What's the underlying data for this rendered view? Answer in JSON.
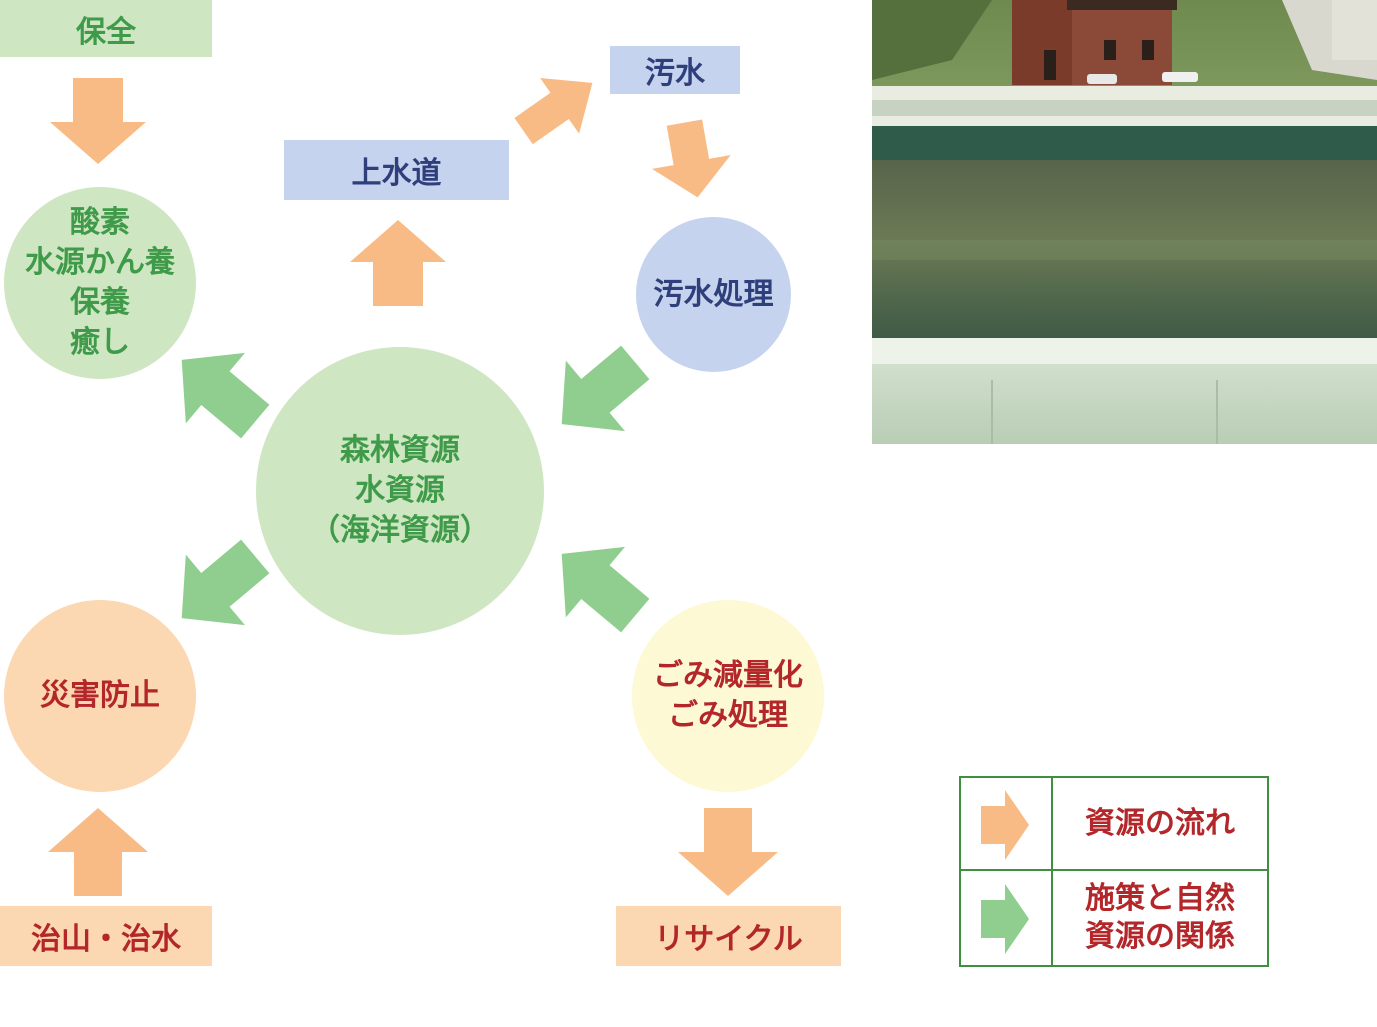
{
  "boxes": {
    "conservation": "保全",
    "water_supply": "上水道",
    "sewage": "汚水",
    "erosion_control": "治山・治水",
    "recycle": "リサイクル"
  },
  "circles": {
    "center": [
      "森林資源",
      "水資源",
      "（海洋資源）"
    ],
    "oxygen": [
      "酸素",
      "水源かん養",
      "保養",
      "癒し"
    ],
    "sewage_treatment": "汚水処理",
    "disaster_prevention": "災害防止",
    "waste": [
      "ごみ減量化",
      "ごみ処理"
    ]
  },
  "legend": {
    "orange_label": "資源の流れ",
    "green_label": [
      "施策と自然",
      "資源の関係"
    ]
  },
  "colors": {
    "orange_arrow": "#f9bb85",
    "green_arrow": "#8fce8e",
    "light_green": "#cfe6c2",
    "light_blue": "#c6d3ee",
    "light_orange": "#fcd8b2",
    "light_yellow": "#fdf9d4",
    "legend_border": "#3e8f40"
  },
  "icons": {
    "photo": "water-treatment-facility-photo"
  }
}
